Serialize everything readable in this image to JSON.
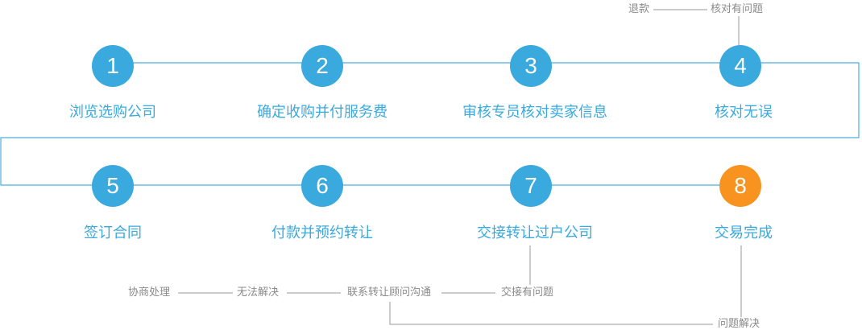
{
  "colors": {
    "accent": "#39a9de",
    "complete": "#f7931e",
    "line": "#4aaee0",
    "note_line": "#9a9a9a",
    "note_text": "#8a8a8a"
  },
  "steps": [
    {
      "number": "1",
      "label": "浏览选购公司"
    },
    {
      "number": "2",
      "label": "确定收购并付服务费"
    },
    {
      "number": "3",
      "label": "审核专员核对卖家信息"
    },
    {
      "number": "4",
      "label": "核对无误"
    },
    {
      "number": "5",
      "label": "签订合同"
    },
    {
      "number": "6",
      "label": "付款并预约转让"
    },
    {
      "number": "7",
      "label": "交接转让过户公司"
    },
    {
      "number": "8",
      "label": "交易完成"
    }
  ],
  "notes": {
    "refund": "退款",
    "verify_problem": "核对有问题",
    "negotiate": "协商处理",
    "cannot_solve": "无法解决",
    "contact_advisor": "联系转让顾问沟通",
    "handover_problem": "交接有问题",
    "problem_solved": "问题解决"
  }
}
